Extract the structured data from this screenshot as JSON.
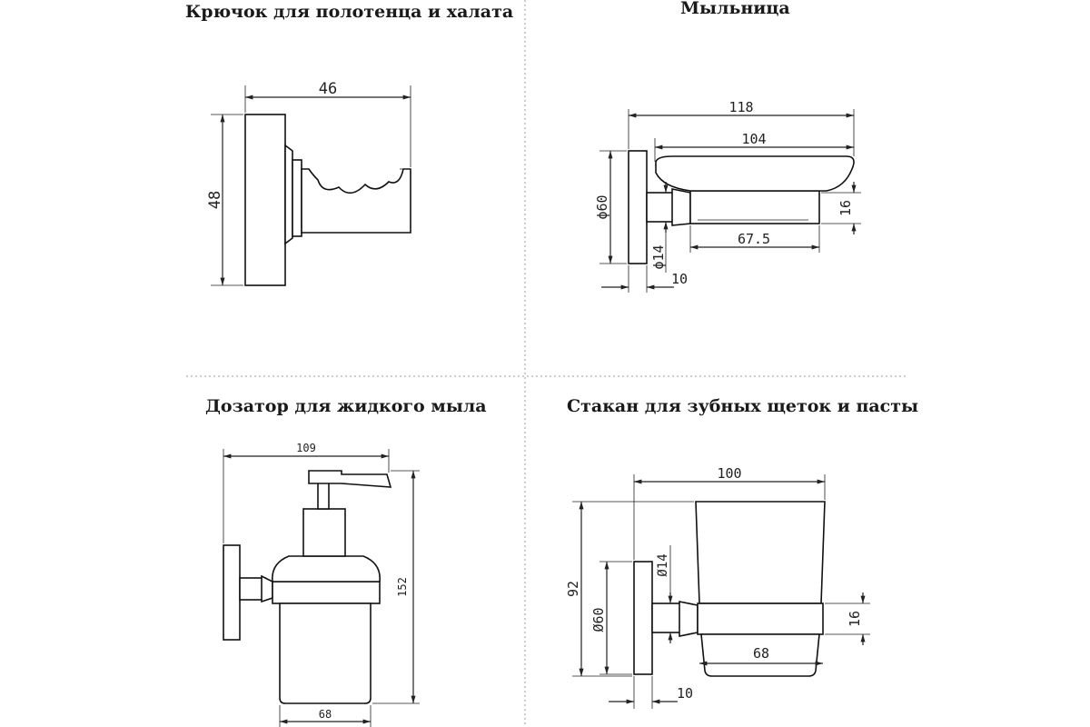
{
  "sections": {
    "hook": {
      "title": "Крючок для полотенца и халата",
      "dims": {
        "width": "46",
        "height": "48"
      }
    },
    "soap_dish": {
      "title": "Мыльница",
      "dims": {
        "overall": "118",
        "dish": "104",
        "tray": "67.5",
        "plate_dia": "ϕ60",
        "rod_dia": "ϕ14",
        "height": "16",
        "offset": "10"
      }
    },
    "dispenser": {
      "title": "Дозатор для жидкого мыла",
      "dims": {
        "width": "109",
        "height": "152",
        "bottle": "68"
      }
    },
    "tumbler": {
      "title": "Стакан для зубных щеток и пасты",
      "dims": {
        "width": "100",
        "height": "92",
        "plate_dia": "Ø60",
        "rod_dia": "Ø14",
        "holder": "16",
        "glass": "68",
        "offset": "10"
      }
    }
  }
}
